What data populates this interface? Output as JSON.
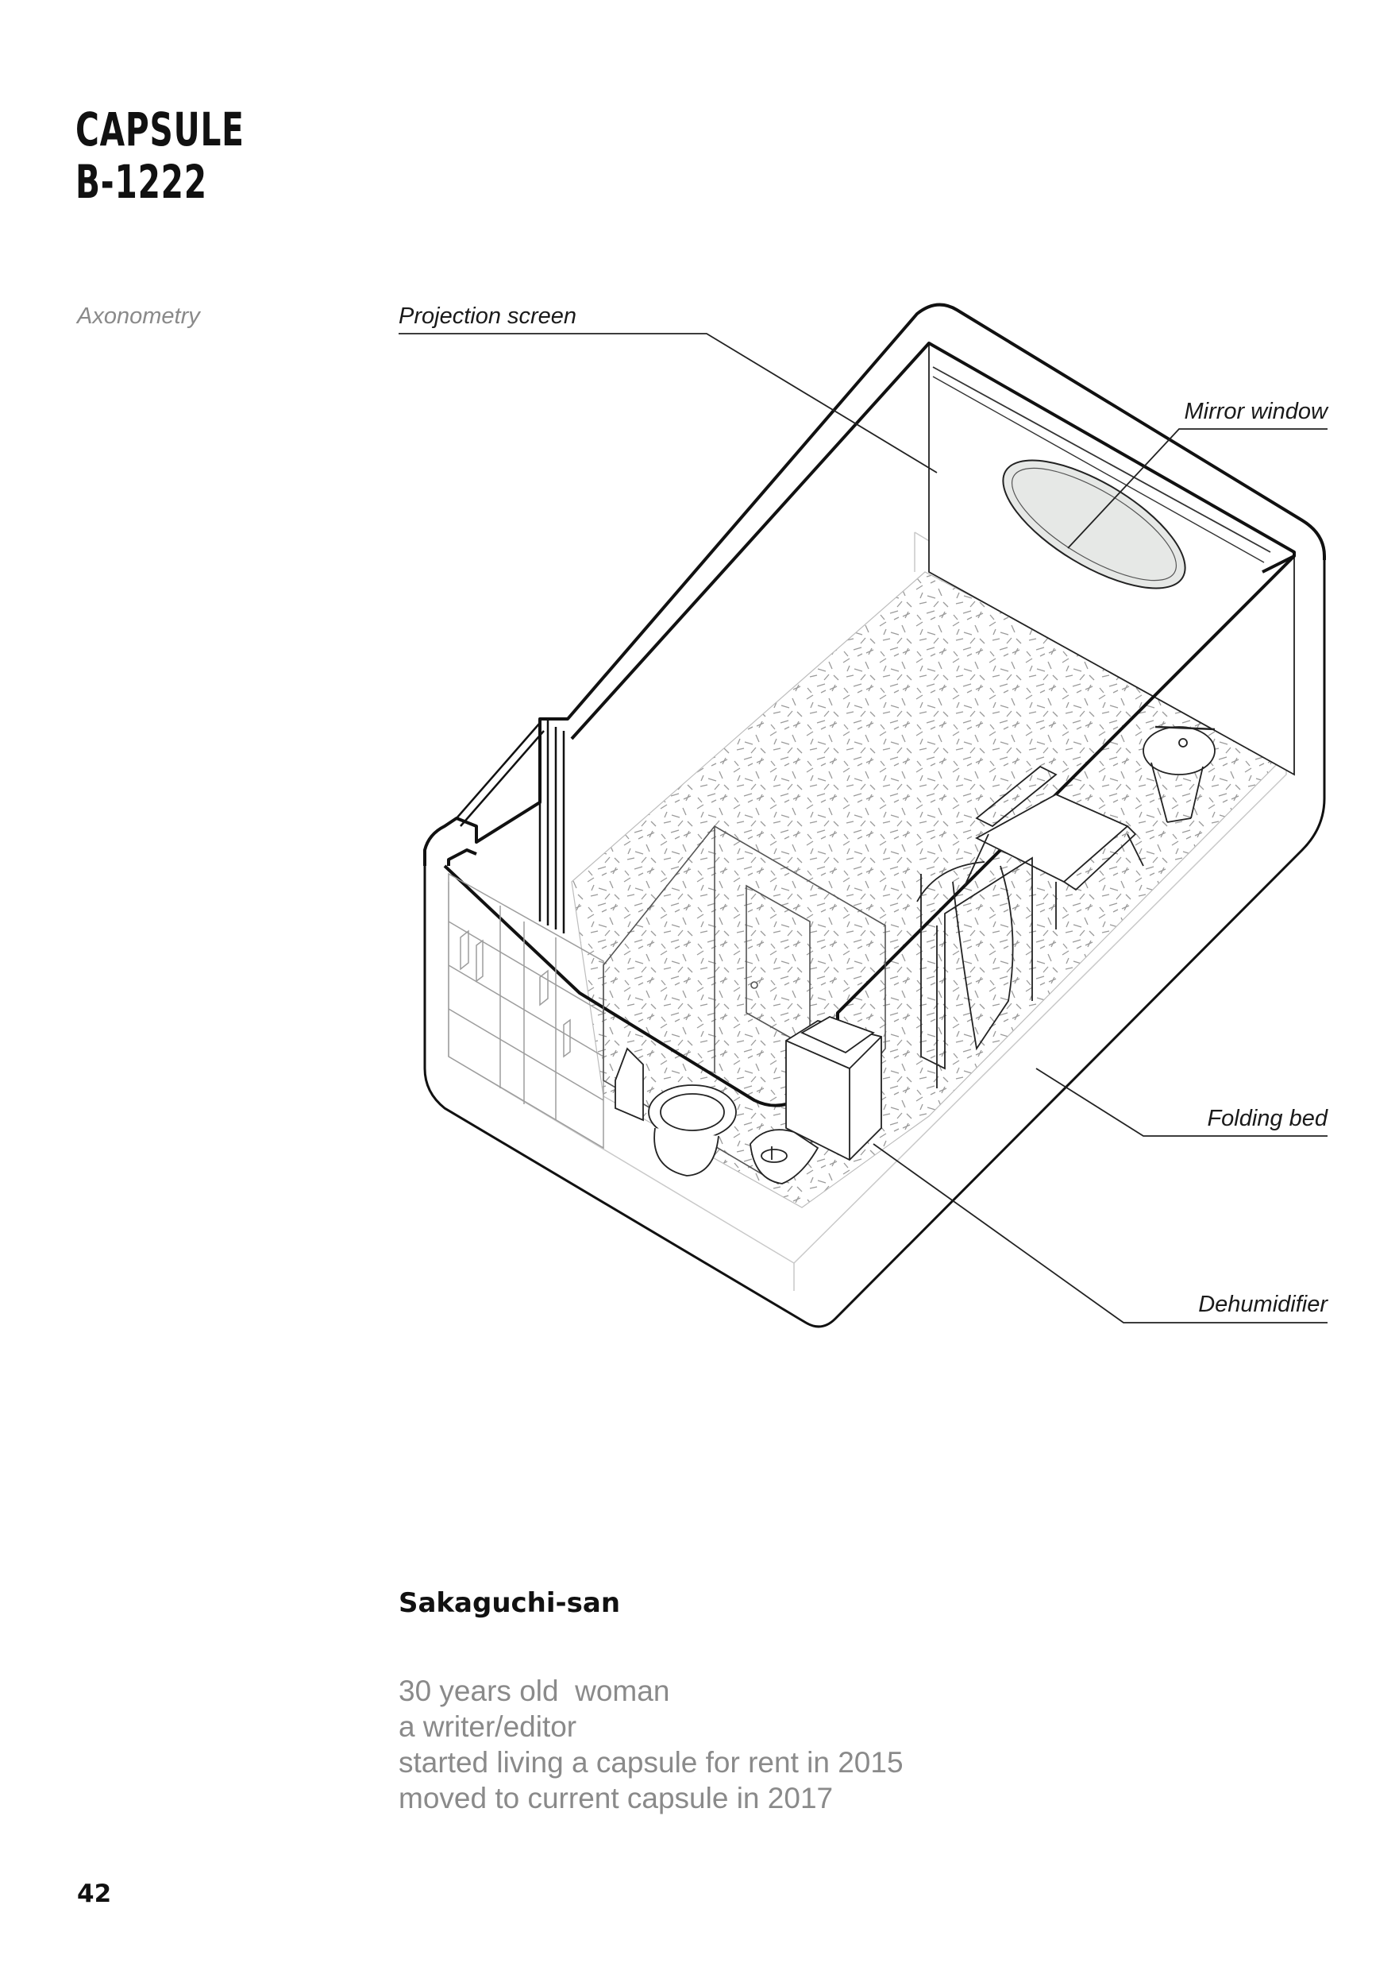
{
  "header": {
    "title_line1": "CAPSULE",
    "title_line2": "B-1222"
  },
  "view_label": "Axonometry",
  "callouts": {
    "projection_screen": "Projection screen",
    "mirror_window": "Mirror window",
    "folding_bed": "Folding bed",
    "dehumidifier": "Dehumidifier"
  },
  "resident": {
    "name": "Sakaguchi-san",
    "details": [
      "30 years old  woman",
      "a writer/editor",
      "started living a capsule for rent in 2015",
      "moved to current capsule in 2017"
    ]
  },
  "page_number": "42"
}
